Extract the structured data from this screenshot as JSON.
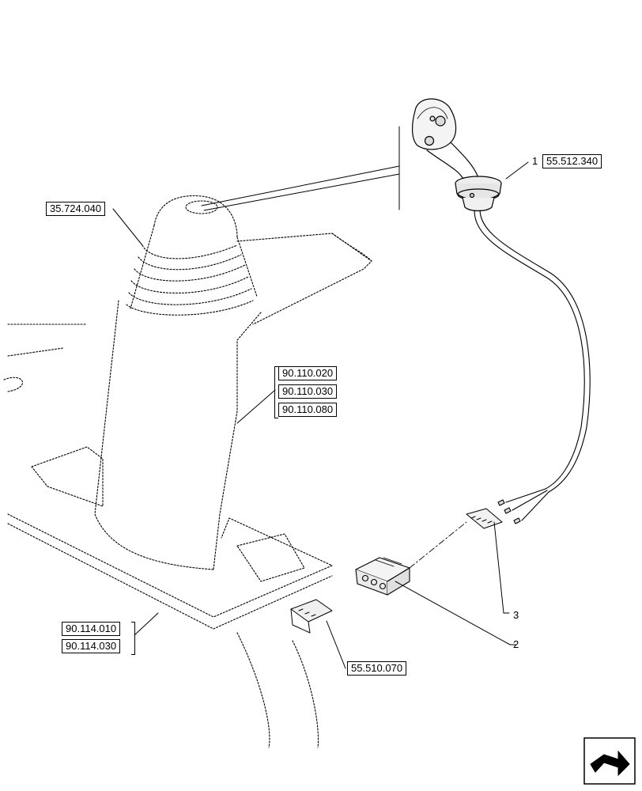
{
  "references": {
    "r_35_724_040": "35.724.040",
    "r_55_512_340": "55.512.340",
    "r_90_110_020": "90.110.020",
    "r_90_110_030": "90.110.030",
    "r_90_110_080": "90.110.080",
    "r_90_114_010": "90.114.010",
    "r_90_114_030": "90.114.030",
    "r_55_510_070": "55.510.070"
  },
  "callouts": {
    "c1": "1",
    "c2": "2",
    "c3": "3"
  },
  "icons": {
    "nav": "next-page-arrow-icon"
  }
}
